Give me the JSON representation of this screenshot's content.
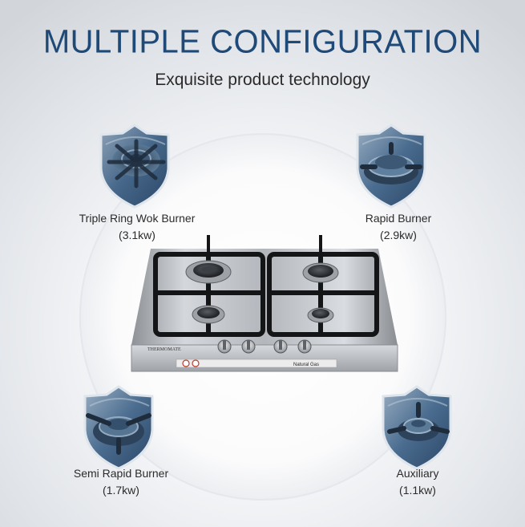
{
  "title": "MULTIPLE CONFIGURATION",
  "subtitle": "Exquisite product technology",
  "burners": [
    {
      "name": "Triple Ring Wok Burner",
      "power": "(3.1kw)",
      "icon": "triple-ring-wok-burner-icon"
    },
    {
      "name": "Rapid Burner",
      "power": "(2.9kw)",
      "icon": "rapid-burner-icon"
    },
    {
      "name": "Semi Rapid Burner",
      "power": "(1.7kw)",
      "icon": "semi-rapid-burner-icon"
    },
    {
      "name": "Auxiliary",
      "power": "(1.1kw)",
      "icon": "auxiliary-burner-icon"
    }
  ],
  "product": {
    "brand": "THERMOMATE",
    "gas_label": "Natural Gas"
  },
  "colors": {
    "title": "#1f4a78",
    "shield_blue": "#3a5c82",
    "steel": "#b9bcc0"
  }
}
